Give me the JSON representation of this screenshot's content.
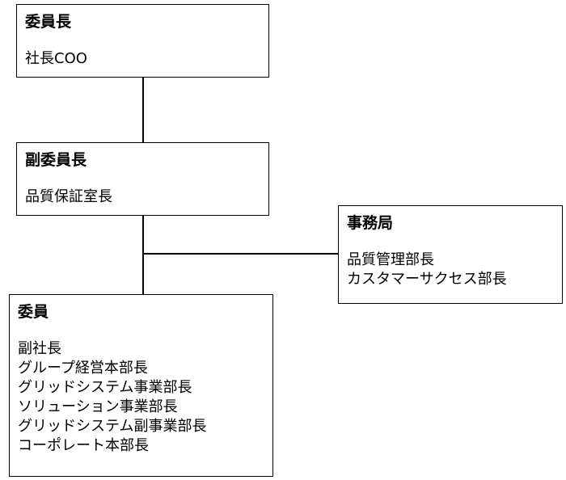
{
  "chairman": {
    "title": "委員長",
    "members": [
      "社長COO"
    ]
  },
  "vice_chairman": {
    "title": "副委員長",
    "members": [
      "品質保証室長"
    ]
  },
  "secretariat": {
    "title": "事務局",
    "members": [
      "品質管理部長",
      "カスタマーサクセス部長"
    ]
  },
  "committee_members": {
    "title": "委員",
    "members": [
      "副社長",
      "グループ経営本部長",
      "グリッドシステム事業部長",
      "ソリューション事業部長",
      "グリッドシステム副事業部長",
      "コーポレート本部長"
    ]
  }
}
